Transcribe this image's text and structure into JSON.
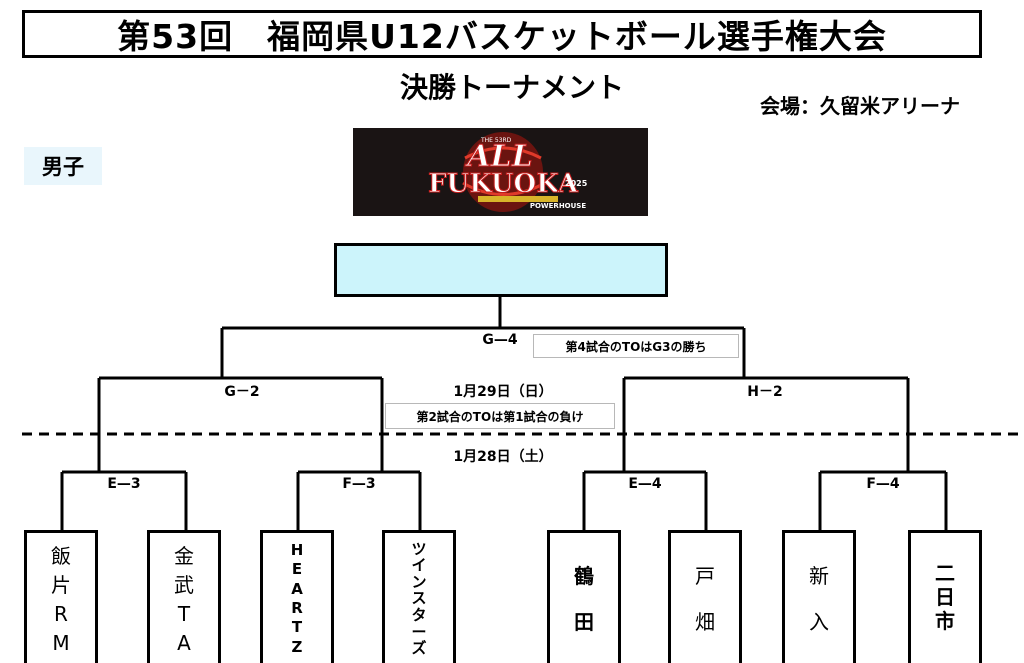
{
  "title": "第53回　福岡県U12バスケットボール選手権大会",
  "subtitle": "決勝トーナメント",
  "venue": "会場：久留米アリーナ",
  "division": "男子",
  "logo": {
    "line1": "ALL",
    "line2": "FUKUOKA",
    "small_top": "THE 53RD",
    "year": "2025",
    "sponsor": "POWERHOUSE"
  },
  "matches": {
    "g4": "G—4",
    "g2": "G－2",
    "h2": "H－2",
    "e3": "E—3",
    "f3": "F—3",
    "e4": "E—4",
    "f4": "F—4"
  },
  "notes": {
    "note_g4": "第4試合のTOはG3の勝ち",
    "note_2": "第2試合のTOは第1試合の負け"
  },
  "dates": {
    "day2": "1月29日（日）",
    "day1": "1月28日（土）"
  },
  "teams": [
    {
      "chars": [
        "飯",
        "片",
        "R",
        "M"
      ]
    },
    {
      "chars": [
        "金",
        "武",
        "T",
        "A"
      ]
    },
    {
      "chars": [
        "H",
        "E",
        "A",
        "R",
        "T",
        "Z"
      ]
    },
    {
      "chars": [
        "ツ",
        "イ",
        "ン",
        "ス",
        "タ",
        "ー",
        "ズ"
      ]
    },
    {
      "chars": [
        "鶴",
        "田"
      ]
    },
    {
      "chars": [
        "戸",
        "畑"
      ]
    },
    {
      "chars": [
        "新",
        "入"
      ]
    },
    {
      "chars": [
        "二",
        "日",
        "市"
      ]
    }
  ]
}
